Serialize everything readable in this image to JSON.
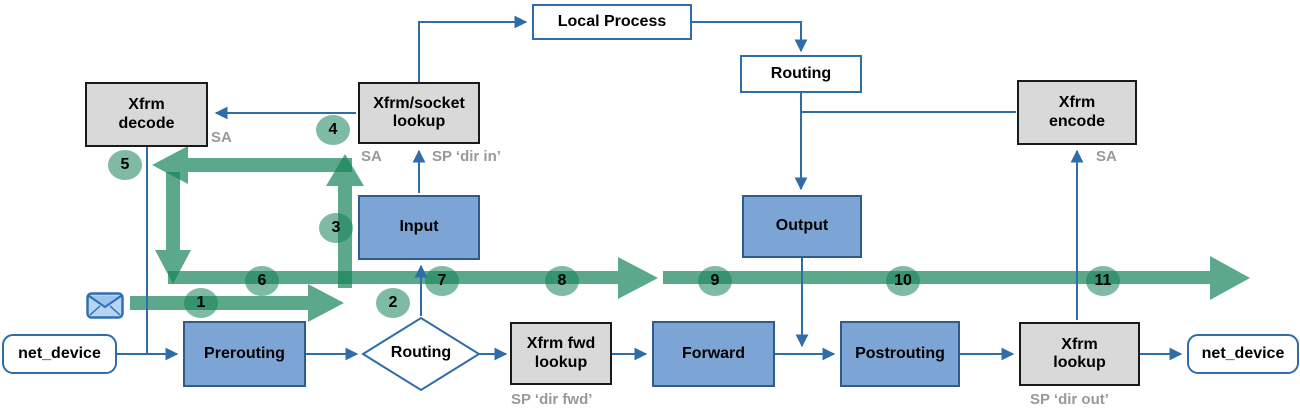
{
  "diagram": {
    "nodes": {
      "net_device_in": {
        "label": "net_device"
      },
      "prerouting": {
        "label": "Prerouting"
      },
      "routing_decision": {
        "label": "Routing"
      },
      "xfrm_fwd_lookup": {
        "lines": [
          "Xfrm fwd",
          "lookup"
        ]
      },
      "forward": {
        "label": "Forward"
      },
      "postrouting": {
        "label": "Postrouting"
      },
      "xfrm_lookup": {
        "lines": [
          "Xfrm",
          "lookup"
        ]
      },
      "net_device_out": {
        "label": "net_device"
      },
      "xfrm_decode": {
        "lines": [
          "Xfrm",
          "decode"
        ]
      },
      "xfrm_socket_lookup": {
        "lines": [
          "Xfrm/socket",
          "lookup"
        ]
      },
      "input": {
        "label": "Input"
      },
      "local_process": {
        "label": "Local Process"
      },
      "routing_upper": {
        "label": "Routing"
      },
      "output": {
        "label": "Output"
      },
      "xfrm_encode": {
        "lines": [
          "Xfrm",
          "encode"
        ]
      }
    },
    "annotations": {
      "sa_decode": "SA",
      "sa_socket": "SA",
      "sp_dir_in": "SP ‘dir in’",
      "sa_encode": "SA",
      "sp_dir_fwd": "SP ‘dir fwd’",
      "sp_dir_out": "SP ‘dir out’"
    },
    "steps": [
      "1",
      "2",
      "3",
      "4",
      "5",
      "6",
      "7",
      "8",
      "9",
      "10",
      "11"
    ],
    "icons": {
      "packet_icon": "envelope"
    },
    "colors": {
      "flow_green": "#168459",
      "connector_blue": "#2e6da8",
      "process_fill": "#7ca5d6",
      "process_border": "#2f5b8f",
      "lookup_fill": "#d9d9d9",
      "lookup_border": "#1a1a1a",
      "annotation_gray": "#999999",
      "envelope_fill": "#b7d5f0"
    }
  }
}
